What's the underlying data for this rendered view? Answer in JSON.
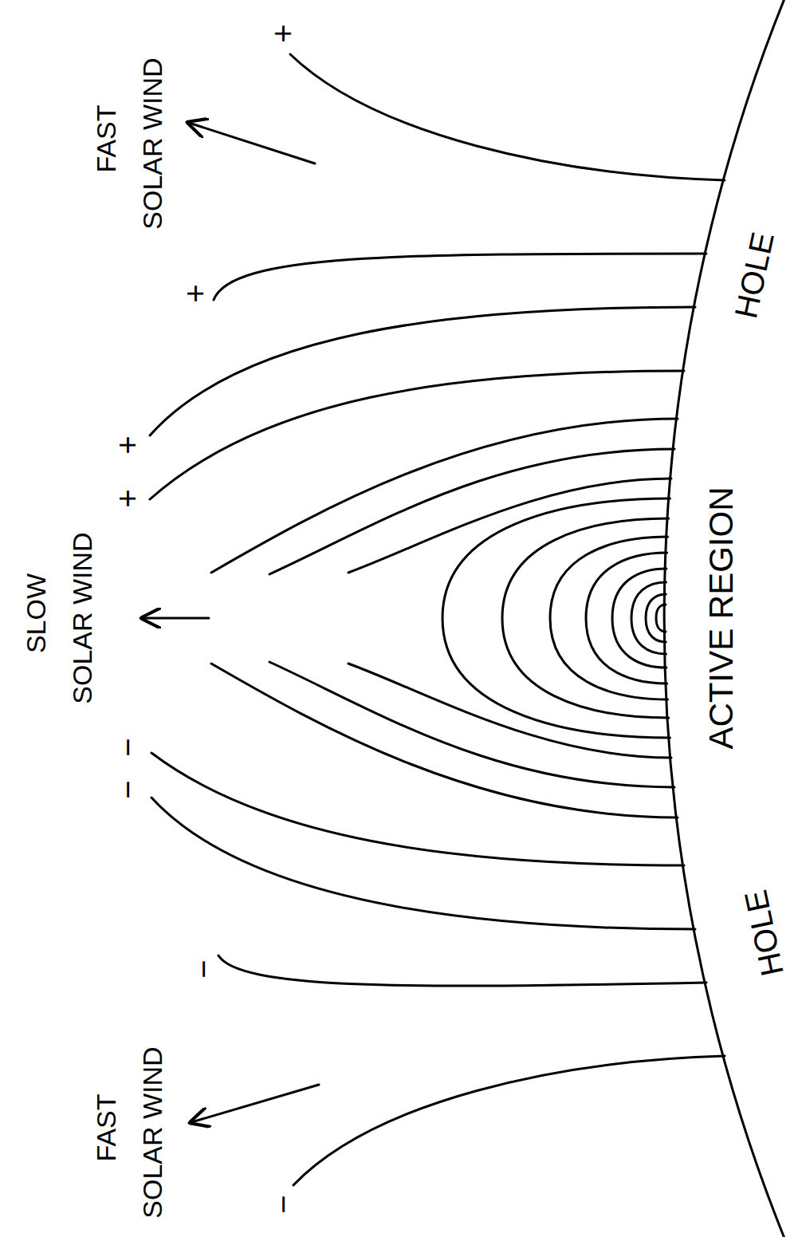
{
  "diagram": {
    "labels": [
      "+",
      "FAST SOLAR WIND",
      "HOLE",
      "+",
      "+",
      "+",
      "SLOW SOLAR WIND",
      "ACTIVE REGION",
      "−",
      "−",
      "HOLE",
      "−",
      "FAST SOLAR WIND",
      "−"
    ]
  }
}
